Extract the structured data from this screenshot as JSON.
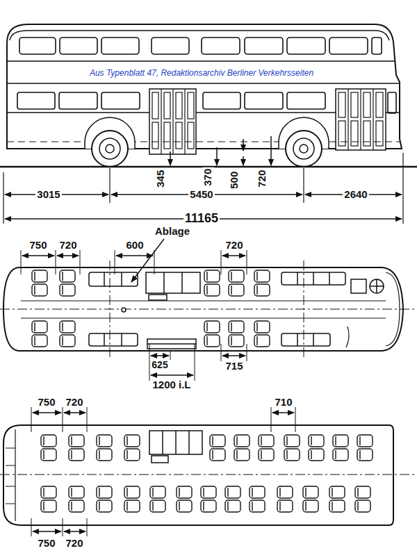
{
  "diagram": {
    "labels": [
      "Aus Typenblatt 47, Redaktionsarchiv Berliner Verkehrsseiten",
      "345",
      "370",
      "500",
      "720",
      "3015",
      "5450",
      "2640",
      "11165",
      "750",
      "720",
      "Ablage",
      "600",
      "720",
      "625",
      "1200 i.L",
      "715",
      "750",
      "720",
      "710",
      "750",
      "720"
    ]
  }
}
